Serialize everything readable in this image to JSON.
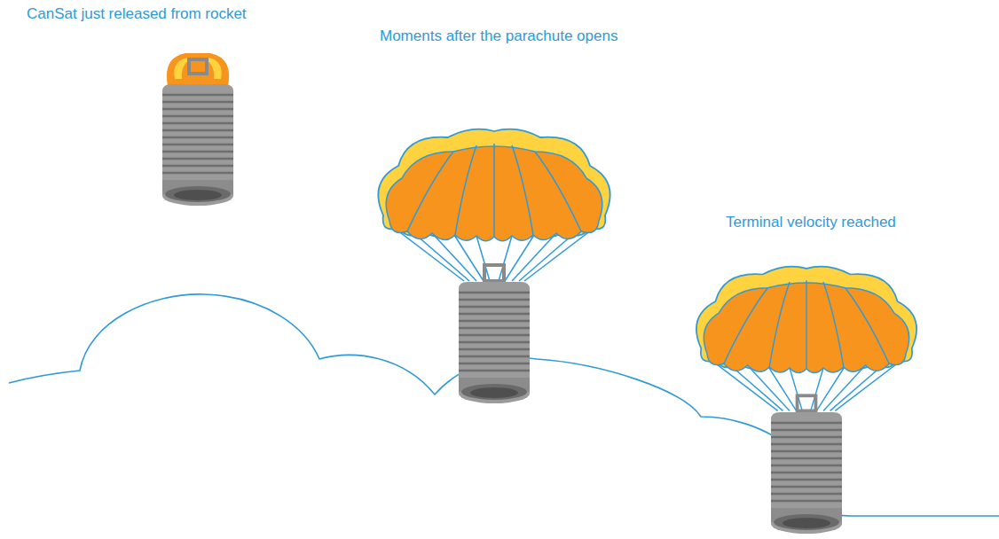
{
  "diagram": {
    "labels": [
      "CanSat just released from rocket",
      "Moments after the parachute opens",
      "Terminal velocity reached"
    ]
  }
}
